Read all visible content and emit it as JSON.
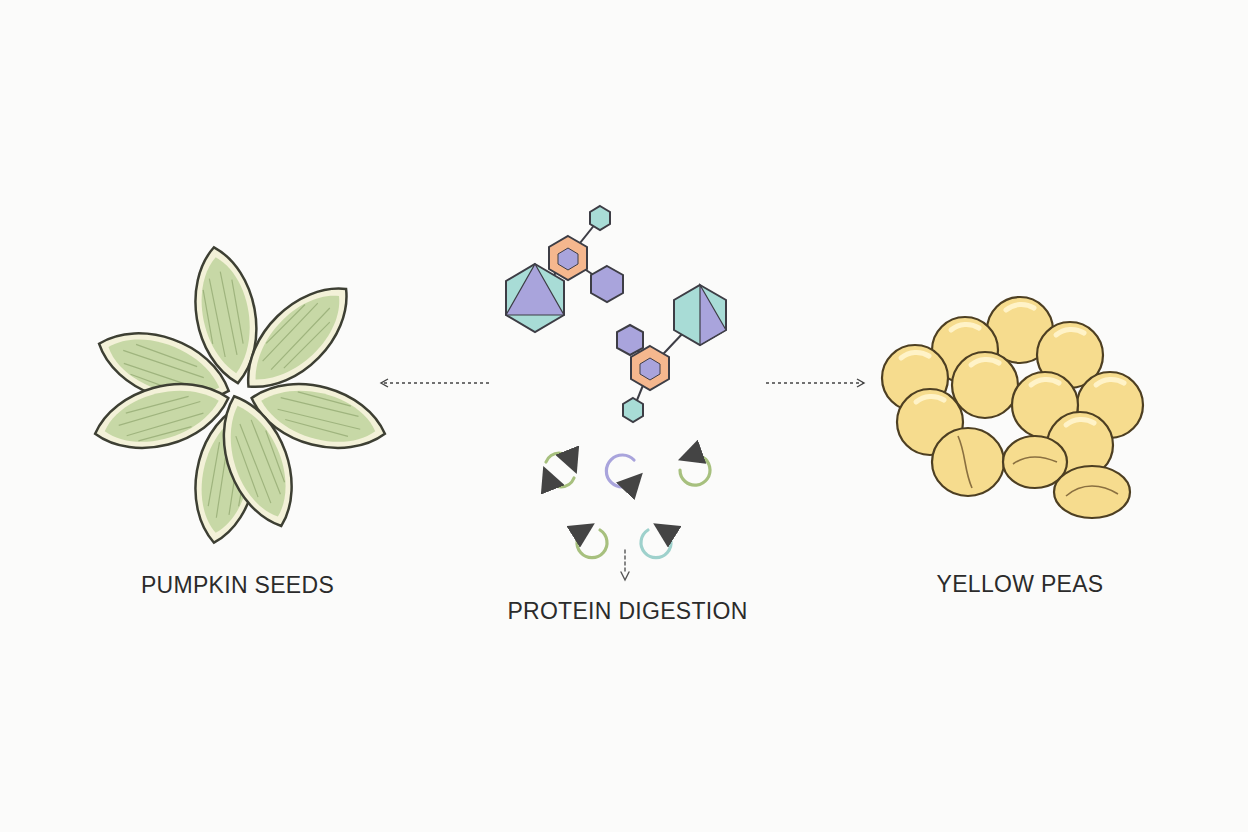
{
  "diagram": {
    "nodes": [
      {
        "text": [
          "PUMPKIN SEEDS"
        ]
      },
      {
        "text": [
          "PROTEIN DIGESTION"
        ]
      },
      {
        "text": [
          "YELLOW PEAS"
        ]
      }
    ],
    "edges": [
      {
        "from": 1,
        "to": 0,
        "arrow": "to"
      },
      {
        "from": 1,
        "to": 2,
        "arrow": "to"
      }
    ]
  }
}
